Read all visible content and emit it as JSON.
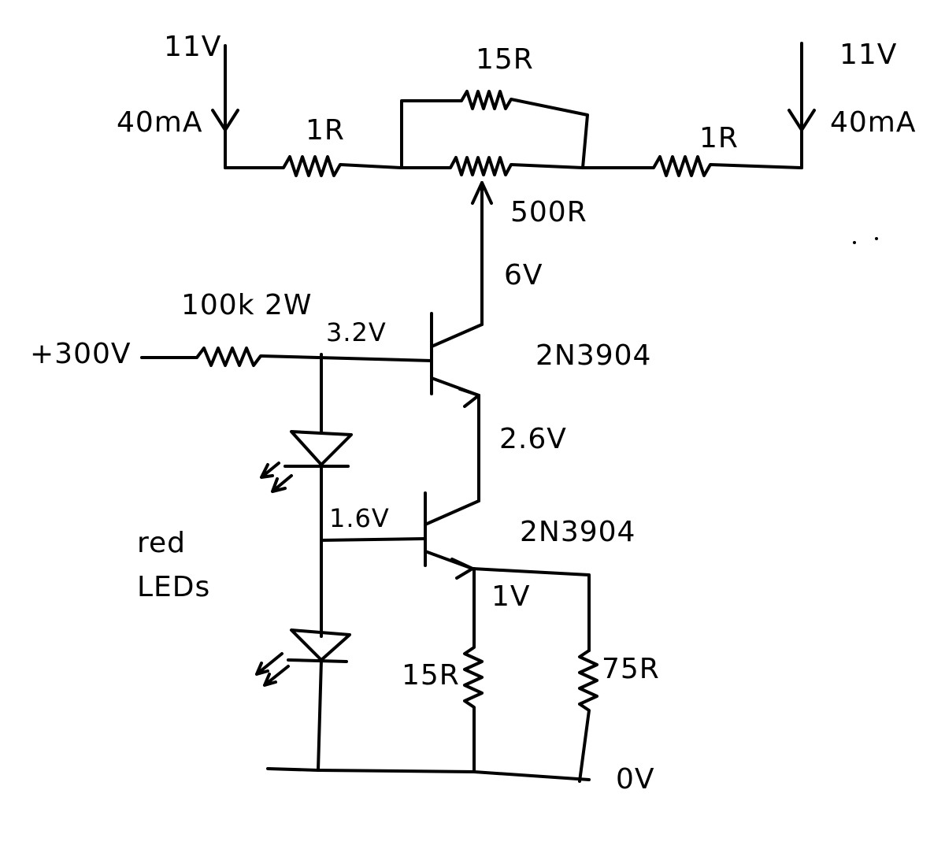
{
  "labels": {
    "supply_left_v": "11V",
    "supply_left_i": "40mA",
    "supply_right_v": "11V",
    "supply_right_i": "40mA",
    "r_left": "1R",
    "r_right": "1R",
    "r_parallel": "15R",
    "pot": "500R",
    "wiper_v": "6V",
    "r_base": "100k 2W",
    "hv": "+300V",
    "base_top_v": "3.2V",
    "q1": "2N3904",
    "mid_v": "2.6V",
    "base_bot_v": "1.6V",
    "q2": "2N3904",
    "emitter_v": "1V",
    "led_note_1": "red",
    "led_note_2": "LEDs",
    "r_emit_1": "15R",
    "r_emit_2": "75R",
    "ground": "0V"
  }
}
